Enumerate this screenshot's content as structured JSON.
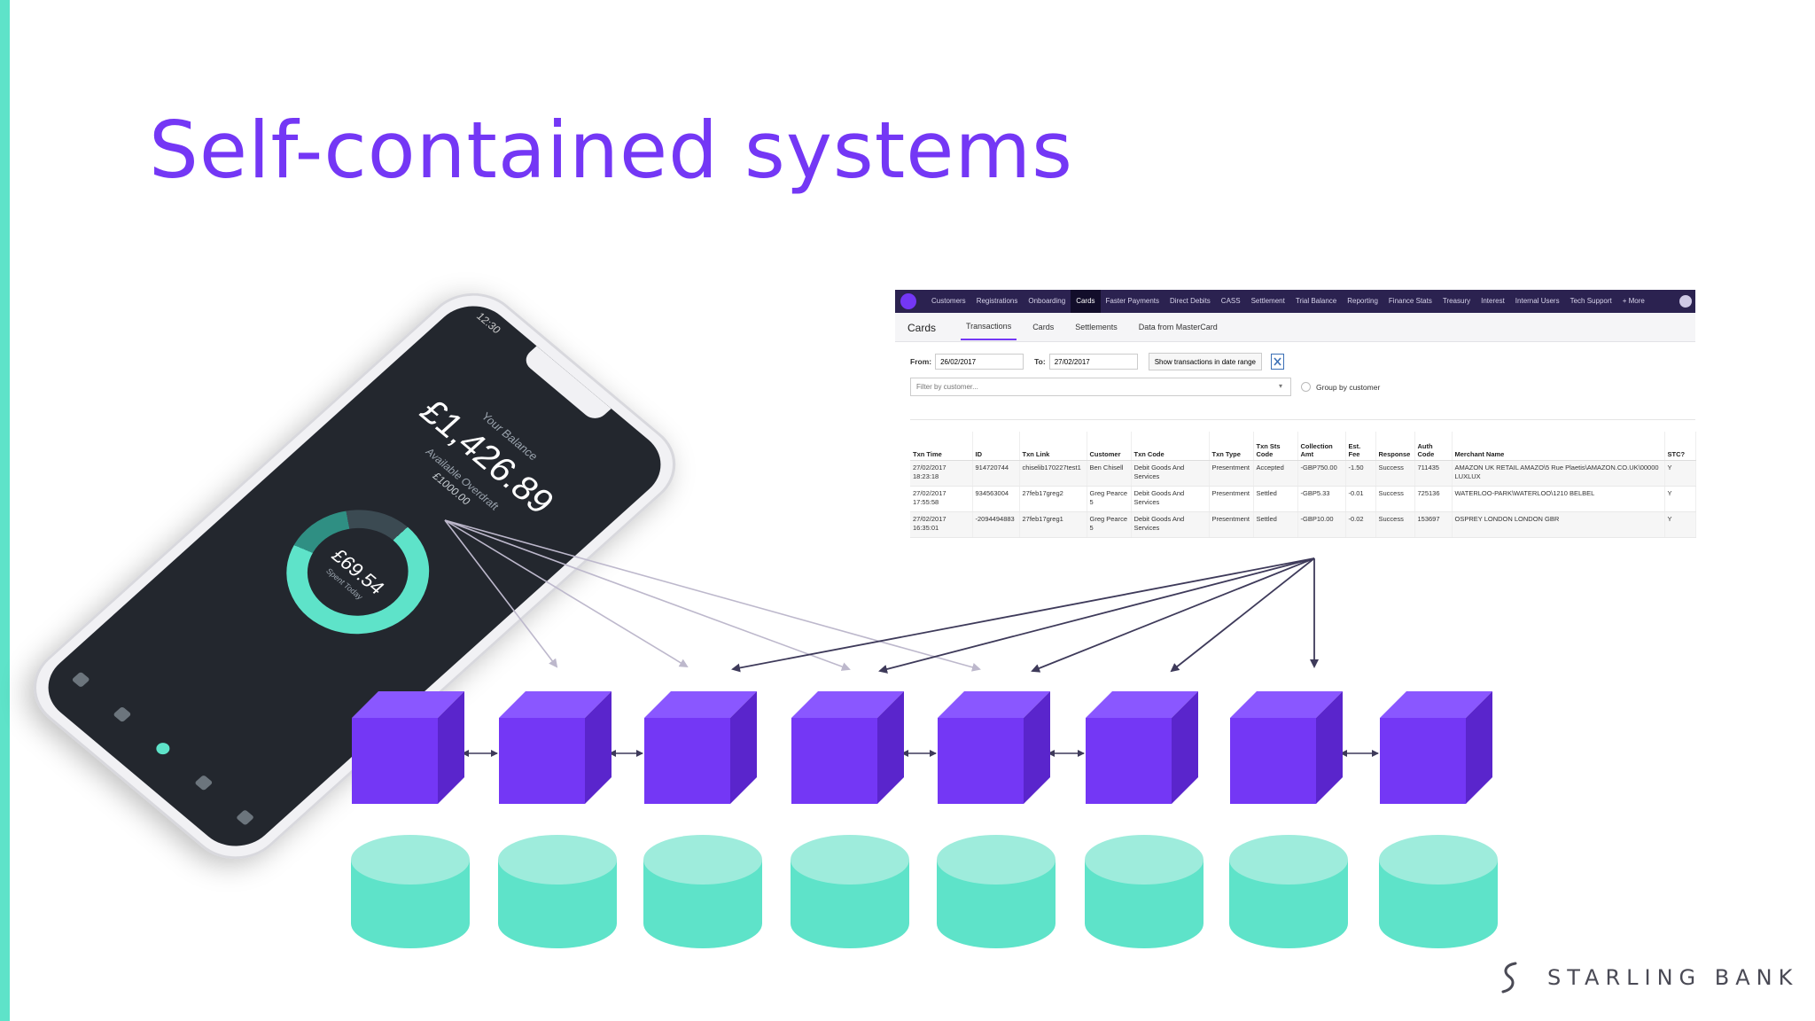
{
  "slide": {
    "title": "Self-contained systems",
    "accent_color": "#5ee3c9",
    "title_color": "#7437f5"
  },
  "phone": {
    "time": "12:30",
    "balance_label": "Your Balance",
    "balance": "£1,426.89",
    "overdraft_label": "Available Overdraft",
    "overdraft": "£1000.00",
    "spend": "£69.54",
    "spend_label": "Spent Today"
  },
  "admin": {
    "menu": [
      "Customers",
      "Registrations",
      "Onboarding",
      "Cards",
      "Faster Payments",
      "Direct Debits",
      "CASS",
      "Settlement",
      "Trial Balance",
      "Reporting",
      "Finance Stats",
      "Treasury",
      "Interest",
      "Internal Users",
      "Tech Support",
      "+ More"
    ],
    "active_menu_index": 3,
    "section_title": "Cards",
    "tabs": [
      "Transactions",
      "Cards",
      "Settlements",
      "Data from MasterCard"
    ],
    "active_tab_index": 0,
    "from_label": "From:",
    "from_value": "26/02/2017",
    "to_label": "To:",
    "to_value": "27/02/2017",
    "show_button": "Show transactions in date range",
    "filter_placeholder": "Filter by customer...",
    "group_label": "Group by customer",
    "columns": [
      "Txn Time",
      "ID",
      "Txn Link",
      "Customer",
      "Txn Code",
      "Txn Type",
      "Txn Sts Code",
      "Collection Amt",
      "Est. Fee",
      "Response",
      "Auth Code",
      "Merchant Name",
      "STC?"
    ],
    "rows": [
      [
        "27/02/2017 18:23:18",
        "914720744",
        "chiselib170227test1",
        "Ben Chisell",
        "Debit Goods And Services",
        "Presentment",
        "Accepted",
        "-GBP750.00",
        "-1.50",
        "Success",
        "711435",
        "AMAZON UK RETAIL AMAZO\\5 Rue Plaetis\\AMAZON.CO.UK\\00000 LUXLUX",
        "Y"
      ],
      [
        "27/02/2017 17:55:58",
        "934563004",
        "27feb17greg2",
        "Greg Pearce 5",
        "Debit Goods And Services",
        "Presentment",
        "Settled",
        "-GBP5.33",
        "-0.01",
        "Success",
        "725136",
        "WATERLOO-PARK\\WATERLOO\\1210 BELBEL",
        "Y"
      ],
      [
        "27/02/2017 16:35:01",
        "-2094494883",
        "27feb17greg1",
        "Greg Pearce 5",
        "Debit Goods And Services",
        "Presentment",
        "Settled",
        "-GBP10.00",
        "-0.02",
        "Success",
        "153697",
        "OSPREY LONDON LONDON GBR",
        "Y"
      ]
    ]
  },
  "diagram": {
    "service_count": 8,
    "service_color": "#7437f5",
    "database_color": "#5ee3c9",
    "connected_pairs": [
      [
        1,
        2
      ],
      [
        2,
        3
      ],
      [
        4,
        5
      ],
      [
        5,
        6
      ],
      [
        7,
        8
      ]
    ]
  },
  "brand": {
    "name": "STARLING BANK"
  }
}
